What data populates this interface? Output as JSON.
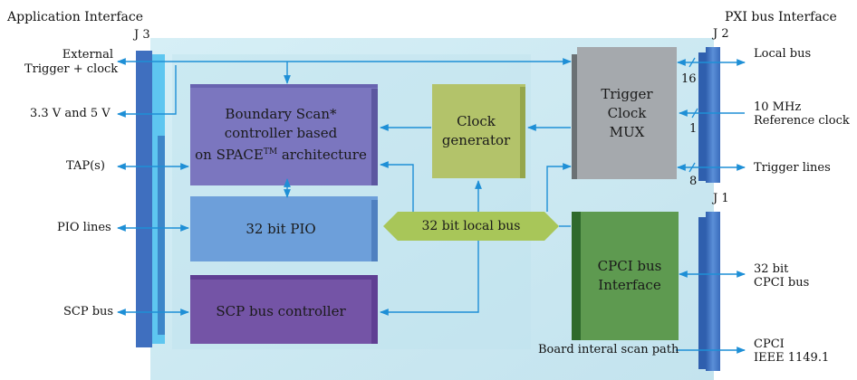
{
  "headers": {
    "left": "Application Interface",
    "right": "PXI bus Interface"
  },
  "connectors": {
    "j3": "J 3",
    "j2": "J 2",
    "j1": "J 1"
  },
  "left_signals": {
    "external_line1": "External",
    "external_line2": "Trigger + clock",
    "power": "3.3 V and 5 V",
    "tap": "TAP(s)",
    "pio": "PIO lines",
    "scp": "SCP bus"
  },
  "right_signals": {
    "local_bus": "Local bus",
    "ref_line1": "10 MHz",
    "ref_line2": "Reference clock",
    "trigger_lines": "Trigger lines",
    "cpci_line1": "32 bit",
    "cpci_line2": "CPCI bus",
    "ieee_line1": "CPCI",
    "ieee_line2": "IEEE 1149.1"
  },
  "bus_widths": {
    "local": "16",
    "ref": "1",
    "trigger": "8"
  },
  "blocks": {
    "boundary_line1": "Boundary Scan*",
    "boundary_line2": "controller based",
    "boundary_line3_a": "on SPACE",
    "boundary_line3_sup": "TM",
    "boundary_line3_b": " architecture",
    "pio": "32 bit PIO",
    "scp": "SCP bus controller",
    "clock_line1": "Clock",
    "clock_line2": "generator",
    "mux_line1": "Trigger",
    "mux_line2": "Clock",
    "mux_line3": "MUX",
    "cpci_line1": "CPCI bus",
    "cpci_line2": "Interface",
    "local_bus": "32 bit local bus"
  },
  "board_scan_path": "Board interal scan path",
  "colors": {
    "board": "#cdeaf2",
    "boundary": "#7d78c0",
    "pio": "#6fa0d8",
    "scp": "#7557a8",
    "clock": "#b5c46a",
    "mux": "#a6aaae",
    "cpci": "#5d9a4f",
    "local_bus": "#a9c75a",
    "connector": "#4d7fc7",
    "arrow": "#1e8fd6"
  }
}
